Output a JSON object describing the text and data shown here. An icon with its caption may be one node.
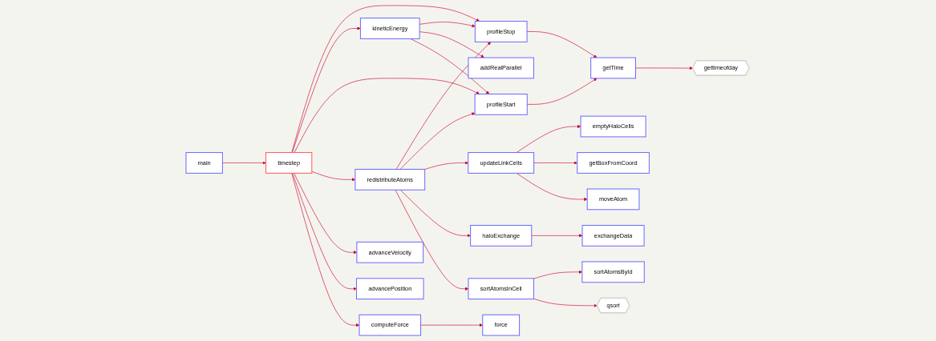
{
  "diagram": {
    "nodes": [
      {
        "text": [
          "main"
        ]
      },
      {
        "text": [
          "timestep"
        ]
      },
      {
        "text": [
          "kineticEnergy"
        ]
      },
      {
        "text": [
          "redistributeAtoms"
        ]
      },
      {
        "text": [
          "advanceVelocity"
        ]
      },
      {
        "text": [
          "advancePosition"
        ]
      },
      {
        "text": [
          "computeForce"
        ]
      },
      {
        "text": [
          "profileStop"
        ]
      },
      {
        "text": [
          "addRealParallel"
        ]
      },
      {
        "text": [
          "profileStart"
        ]
      },
      {
        "text": [
          "updateLinkCells"
        ]
      },
      {
        "text": [
          "haloExchange"
        ]
      },
      {
        "text": [
          "sortAtomsInCell"
        ]
      },
      {
        "text": [
          "force"
        ]
      },
      {
        "text": [
          "getTime"
        ]
      },
      {
        "text": [
          "emptyHaloCells"
        ]
      },
      {
        "text": [
          "getBoxFromCoord"
        ]
      },
      {
        "text": [
          "moveAtom"
        ]
      },
      {
        "text": [
          "exchangeData"
        ]
      },
      {
        "text": [
          "sortAtomsById"
        ]
      },
      {
        "text": [
          "qsort"
        ]
      },
      {
        "text": [
          "gettimeofday"
        ]
      }
    ],
    "edges": [
      {
        "from": 0,
        "to": 1,
        "arrow": "to"
      },
      {
        "from": 1,
        "to": 7,
        "arrow": "to"
      },
      {
        "from": 1,
        "to": 2,
        "arrow": "to"
      },
      {
        "from": 1,
        "to": 9,
        "arrow": "to"
      },
      {
        "from": 1,
        "to": 3,
        "arrow": "to"
      },
      {
        "from": 1,
        "to": 4,
        "arrow": "to"
      },
      {
        "from": 1,
        "to": 5,
        "arrow": "to"
      },
      {
        "from": 1,
        "to": 6,
        "arrow": "to"
      },
      {
        "from": 2,
        "to": 7,
        "arrow": "to"
      },
      {
        "from": 2,
        "to": 8,
        "arrow": "to"
      },
      {
        "from": 2,
        "to": 9,
        "arrow": "to"
      },
      {
        "from": 3,
        "to": 7,
        "arrow": "to"
      },
      {
        "from": 3,
        "to": 9,
        "arrow": "to"
      },
      {
        "from": 3,
        "to": 10,
        "arrow": "to"
      },
      {
        "from": 3,
        "to": 11,
        "arrow": "to"
      },
      {
        "from": 3,
        "to": 12,
        "arrow": "to"
      },
      {
        "from": 6,
        "to": 13,
        "arrow": "to"
      },
      {
        "from": 7,
        "to": 14,
        "arrow": "to"
      },
      {
        "from": 9,
        "to": 14,
        "arrow": "to"
      },
      {
        "from": 10,
        "to": 15,
        "arrow": "to"
      },
      {
        "from": 10,
        "to": 16,
        "arrow": "to"
      },
      {
        "from": 10,
        "to": 17,
        "arrow": "to"
      },
      {
        "from": 11,
        "to": 18,
        "arrow": "to"
      },
      {
        "from": 12,
        "to": 19,
        "arrow": "to"
      },
      {
        "from": 12,
        "to": 20,
        "arrow": "to"
      },
      {
        "from": 14,
        "to": 21,
        "arrow": "to"
      }
    ]
  }
}
